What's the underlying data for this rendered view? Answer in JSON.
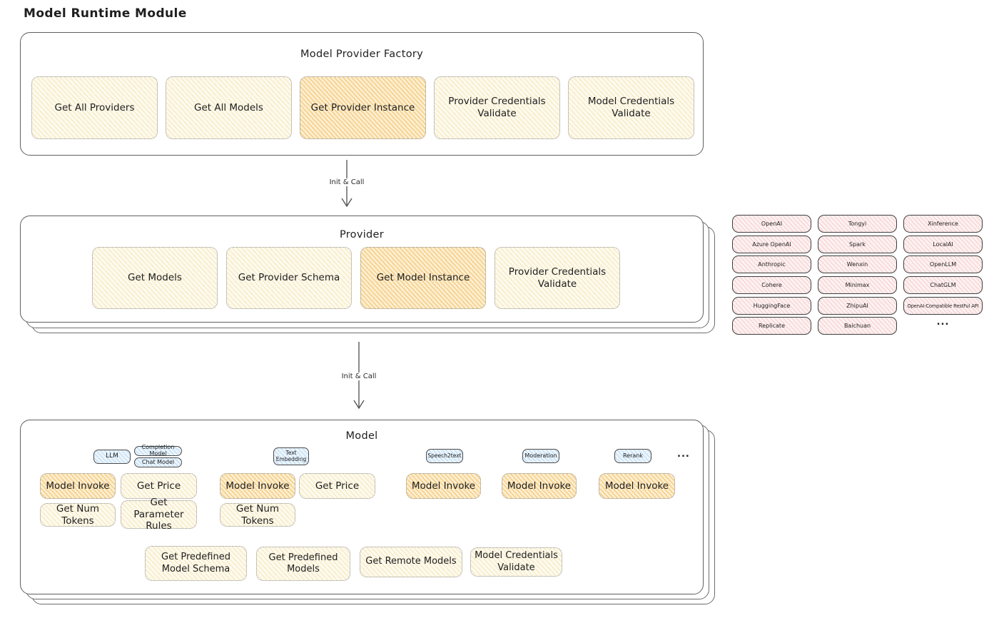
{
  "title": "Model Runtime Module",
  "flow": {
    "top_label": "Init & Call",
    "bottom_label": "Init & Call"
  },
  "factory": {
    "title": "Model Provider Factory",
    "items": [
      "Get All Providers",
      "Get All Models",
      "Get Provider Instance",
      "Provider Credentials Validate",
      "Model Credentials Validate"
    ]
  },
  "provider": {
    "title": "Provider",
    "items": [
      "Get Models",
      "Get Provider Schema",
      "Get Model Instance",
      "Provider Credentials Validate"
    ]
  },
  "vendors": {
    "items": [
      "OpenAI",
      "Tongyi",
      "Xinference",
      "Azure OpenAI",
      "Spark",
      "LocalAI",
      "Anthropic",
      "Wenxin",
      "OpenLLM",
      "Cohere",
      "Minimax",
      "ChatGLM",
      "HuggingFace",
      "ZhipuAI",
      "OpenAI-Compatible RestFul API",
      "Replicate",
      "Baichuan"
    ],
    "more": "..."
  },
  "model": {
    "title": "Model",
    "tabs": {
      "llm": "LLM",
      "completion": "Completion Model",
      "chat": "Chat Model",
      "embedding": "Text Embedding",
      "speech2text": "Speech2text",
      "moderation": "Moderation",
      "rerank": "Rerank",
      "more": "..."
    },
    "functions": {
      "invoke": "Model Invoke",
      "price": "Get Price",
      "num_tokens": "Get Num Tokens",
      "parameter_rules": "Get Parameter Rules"
    },
    "common": [
      "Get Predefined Model Schema",
      "Get Predefined Models",
      "Get Remote Models",
      "Model Credentials Validate"
    ]
  },
  "colors": {
    "function_yellow": "#fdfaee",
    "highlight_orange": "#fcefd2",
    "vendor_pink": "#fdf1f1",
    "tab_blue": "#ecf5fc",
    "stroke": "#4f4f4f"
  }
}
